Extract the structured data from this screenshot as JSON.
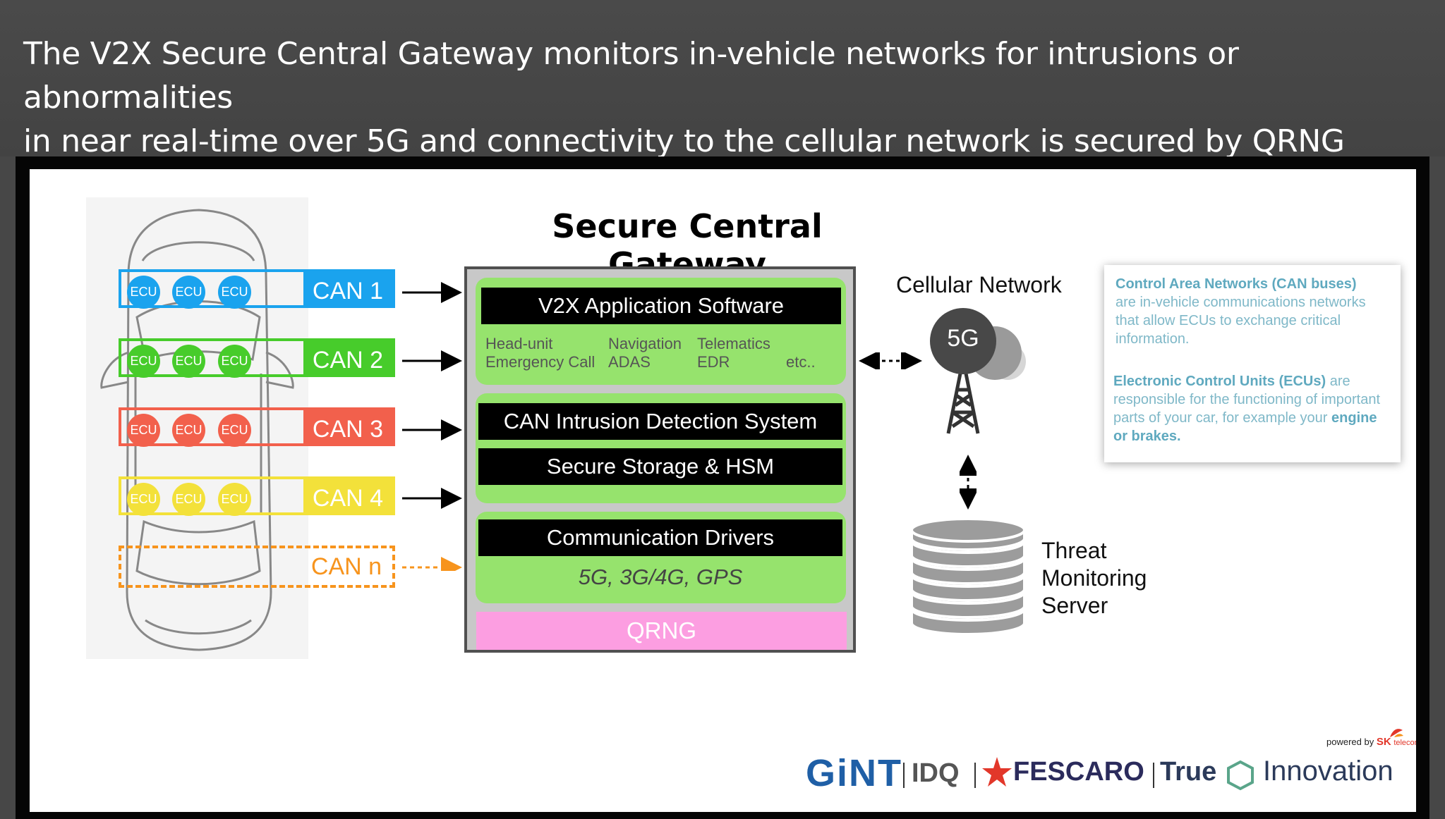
{
  "headline": {
    "line1": "The V2X Secure Central Gateway monitors in-vehicle networks for intrusions or abnormalities",
    "line2": "in near real-time over 5G and connectivity to the cellular network is secured by QRNG"
  },
  "colors": {
    "can1": "#1aa3ee",
    "can2": "#47cc2b",
    "can3": "#f2604c",
    "can4": "#f3e13a",
    "can_n": "#f7941d",
    "gateway_green": "#96e36d",
    "qrng_pink": "#fc9ee1",
    "callout_text": "#7fb8c8"
  },
  "can_buses": [
    {
      "label": "CAN 1",
      "ecus": [
        "ECU",
        "ECU",
        "ECU"
      ]
    },
    {
      "label": "CAN 2",
      "ecus": [
        "ECU",
        "ECU",
        "ECU"
      ]
    },
    {
      "label": "CAN 3",
      "ecus": [
        "ECU",
        "ECU",
        "ECU"
      ]
    },
    {
      "label": "CAN 4",
      "ecus": [
        "ECU",
        "ECU",
        "ECU"
      ]
    },
    {
      "label": "CAN n",
      "ecus": []
    }
  ],
  "gateway": {
    "title": "Secure Central Gateway",
    "v2x_app": {
      "title": "V2X Application Software",
      "items": [
        "Head-unit",
        "Emergency Call",
        "Navigation",
        "ADAS",
        "Telematics",
        "EDR",
        "etc.."
      ]
    },
    "ids": "CAN Intrusion Detection System",
    "storage": "Secure Storage & HSM",
    "comm": {
      "title": "Communication Drivers",
      "subtitle": "5G, 3G/4G, GPS"
    },
    "qrng": "QRNG"
  },
  "cellular": {
    "label": "Cellular Network",
    "badge": "5G"
  },
  "server": {
    "lines": [
      "Threat",
      "Monitoring",
      "Server"
    ]
  },
  "callout": {
    "can_title": "Control Area Networks (CAN buses)",
    "can_text": "are in-vehicle communications networks that allow ECUs to exchange critical information.",
    "ecu_title": "Electronic Control Units (ECUs)",
    "ecu_text1": " are responsible for the functioning of important parts of your car, for example your ",
    "ecu_bold": "engine or brakes."
  },
  "logos": {
    "gint": "GiNT",
    "idq": "IDQ",
    "fescaro": "FESCARO",
    "true": "True",
    "innovation": "Innovation",
    "powered_by": "powered by",
    "sk": "SK",
    "telecom": "telecom"
  },
  "icons": [
    "cell-tower-icon",
    "database-icon",
    "fescaro-star-icon",
    "hexagon-icon",
    "sk-butterfly-icon"
  ]
}
